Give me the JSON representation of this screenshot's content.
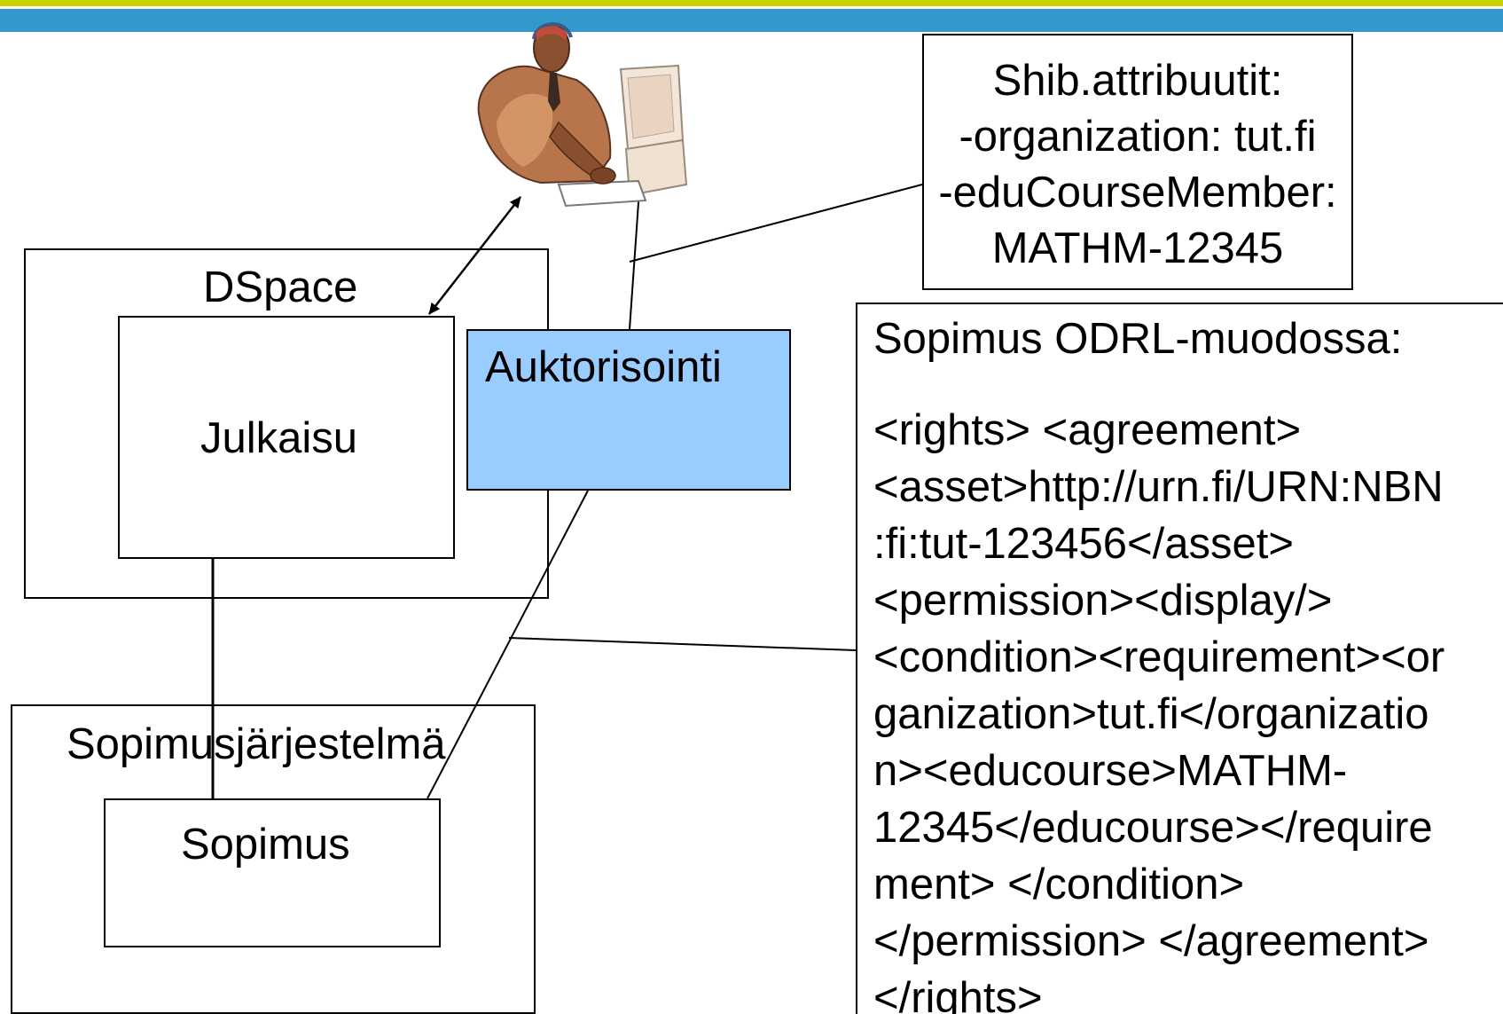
{
  "colors": {
    "top_band": "#c8d400",
    "blue_band": "#3399cc",
    "auktorisointi_fill": "#99ccff"
  },
  "nodes": {
    "dspace": "DSpace",
    "julkaisu": "Julkaisu",
    "sopimusjarjestelma": "Sopimusjärjestelmä",
    "sopimus": "Sopimus",
    "auktorisointi": "Auktorisointi"
  },
  "shib_attributes": {
    "lines": [
      "Shib.attribuutit:",
      "-organization: tut.fi",
      "-eduCourseMember:",
      "MATHM-12345"
    ]
  },
  "odrl": {
    "title": "Sopimus ODRL-muodossa:",
    "lines": [
      "<rights> <agreement>",
      "<asset>http://urn.fi/URN:NBN",
      ":fi:tut-123456</asset>",
      "<permission><display/>",
      "<condition><requirement><or",
      "ganization>tut.fi</organizatio",
      "n><educourse>MATHM-",
      "12345</educourse></require",
      "ment> </condition>",
      "</permission> </agreement>",
      "</rights>"
    ]
  },
  "icons": {
    "user": "person-at-computer-icon"
  }
}
